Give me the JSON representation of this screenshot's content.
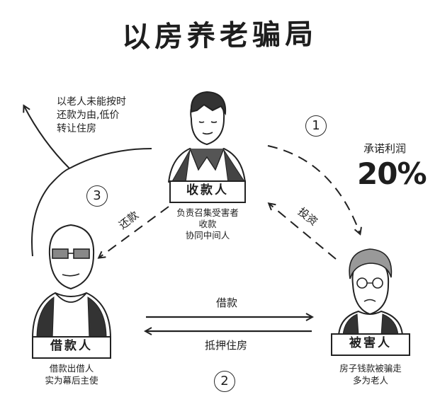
{
  "title": "以房养老骗局",
  "fraud_note": [
    "以老人未能按时",
    "还款为由,低价",
    "转让住房"
  ],
  "promise": {
    "label": "承诺利润",
    "percent": "20%"
  },
  "steps": {
    "step1": "1",
    "step2": "2",
    "step3": "3"
  },
  "edges": {
    "invest": "投资",
    "repay": "还款",
    "loan": "借款",
    "mortgage": "抵押住房"
  },
  "nodes": {
    "collector": {
      "label": "收款人",
      "desc": [
        "负责召集受害者",
        "收款",
        "协同中间人"
      ]
    },
    "borrower": {
      "label": "借款人",
      "desc": [
        "借款出借人",
        "实为幕后主使"
      ]
    },
    "victim": {
      "label": "被害人",
      "desc": [
        "房子钱款被骗走",
        "多为老人"
      ]
    }
  }
}
